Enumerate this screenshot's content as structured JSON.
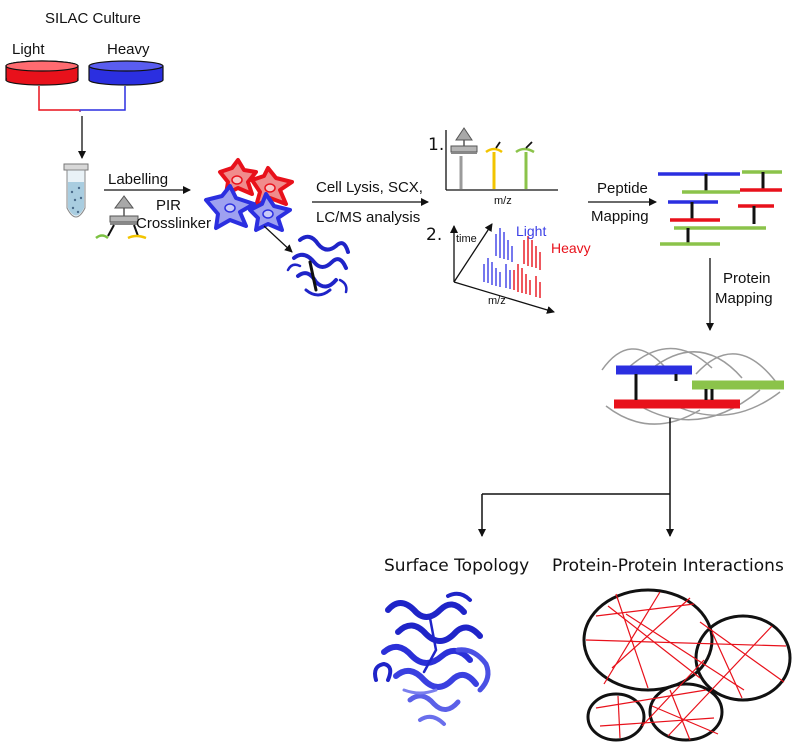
{
  "title": "SILAC Culture",
  "culture": {
    "light_label": "Light",
    "heavy_label": "Heavy",
    "light_color": "#e8111b",
    "heavy_color": "#2b2fe0"
  },
  "step_labelling": {
    "label": "Labelling",
    "reagent_line1": "PIR",
    "reagent_line2": "Crosslinker"
  },
  "step_analysis": {
    "line1": "Cell Lysis, SCX,",
    "line2": "LC/MS analysis"
  },
  "ms_panel": {
    "marker1": "1.",
    "marker2": "2.",
    "mz_label_top": "m/z",
    "time_label": "time",
    "mz_label_bottom": "m/z",
    "legend_light": "Light",
    "legend_heavy": "Heavy",
    "light_color": "#3b3fe6",
    "heavy_color": "#e8111b"
  },
  "step_peptide": {
    "line1": "Peptide",
    "line2": "Mapping"
  },
  "step_protein": {
    "line1": "Protein",
    "line2": "Mapping"
  },
  "outputs": {
    "surface_topology": "Surface Topology",
    "ppi": "Protein-Protein Interactions"
  },
  "colors": {
    "red": "#e8111b",
    "blue": "#2b2fe0",
    "green": "#8bc34a",
    "yellow": "#f2c400",
    "gray": "#9b9b9b"
  }
}
